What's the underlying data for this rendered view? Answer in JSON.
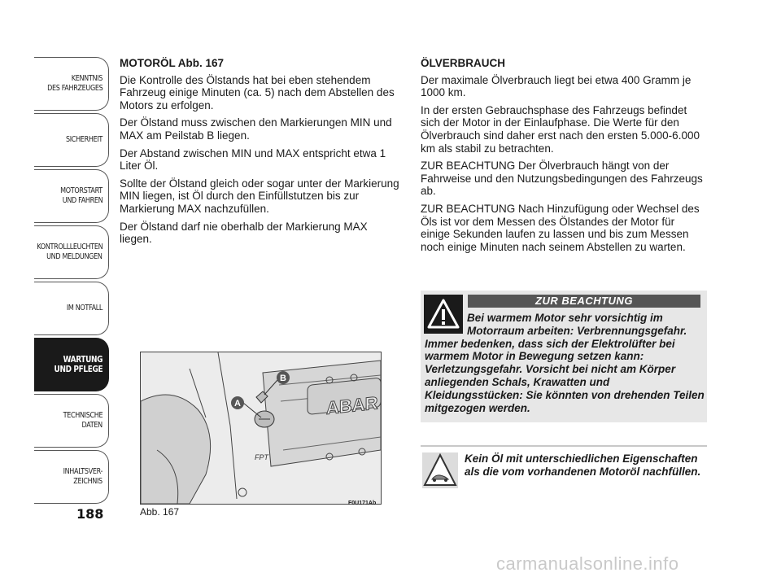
{
  "sidebar": {
    "tabs": [
      {
        "line1": "KENNTNIS",
        "line2": "DES FAHRZEUGES"
      },
      {
        "line1": "SICHERHEIT",
        "line2": ""
      },
      {
        "line1": "MOTORSTART",
        "line2": "UND FAHREN"
      },
      {
        "line1": "KONTROLLLEUCHTEN",
        "line2": "UND MELDUNGEN"
      },
      {
        "line1": "IM NOTFALL",
        "line2": ""
      },
      {
        "line1": "WARTUNG",
        "line2": "UND PFLEGE"
      },
      {
        "line1": "TECHNISCHE",
        "line2": "DATEN"
      },
      {
        "line1": "INHALTSVER-",
        "line2": "ZEICHNIS"
      }
    ],
    "active_index": 5,
    "page_number": "188"
  },
  "left": {
    "heading": "MOTORÖL Abb. 167",
    "paragraphs": [
      "Die Kontrolle des Ölstands hat bei eben stehendem Fahrzeug einige Minuten (ca. 5) nach dem Abstellen des Motors zu erfolgen.",
      "Der Ölstand muss zwischen den Markierungen MIN und MAX am Peilstab B liegen.",
      "Der Abstand zwischen MIN und MAX entspricht etwa 1 Liter Öl.",
      "Sollte der Ölstand gleich oder sogar unter der Markierung MIN liegen, ist Öl durch den Einfüllstutzen bis zur Markierung MAX nachzufüllen.",
      "Der Ölstand darf nie oberhalb der Markierung MAX liegen."
    ]
  },
  "right": {
    "heading": "ÖLVERBRAUCH",
    "paragraphs": [
      "Der maximale Ölverbrauch liegt bei etwa 400 Gramm je 1000 km.",
      "In der ersten Gebrauchsphase des Fahrzeugs befindet sich der Motor in der Einlaufphase. Die Werte für den Ölverbrauch sind daher erst nach den ersten 5.000-6.000 km als stabil zu betrachten.",
      "ZUR BEACHTUNG Der Ölverbrauch hängt von der Fahrweise und den Nutzungsbedingungen des Fahrzeugs ab.",
      "ZUR BEACHTUNG Nach Hinzufügung oder Wechsel des Öls ist vor dem Messen des Ölstandes der Motor für einige Sekunden laufen zu lassen und bis zum Messen noch einige Minuten nach seinem Abstellen zu warten."
    ]
  },
  "warning": {
    "banner": "ZUR BEACHTUNG",
    "text": "Bei warmem Motor sehr vorsichtig im Motorraum arbeiten: Verbrennungsgefahr. Immer bedenken, dass sich der Elektrolüfter bei warmem Motor in Bewegung setzen kann: Verletzungsgefahr. Vorsicht bei nicht am Körper anliegenden Schals, Krawatten und Kleidungsstücken: Sie könnten von drehenden Teilen mitgezogen werden."
  },
  "environment": {
    "text": "Kein Öl mit unterschiedlichen Eigenschaften als die vom vorhandenen Motoröl nachfüllen."
  },
  "figure": {
    "caption": "Abb. 167",
    "code": "F0U171Ab",
    "label_a": "A",
    "label_b": "B",
    "engine_text": "ABAR",
    "fpt_text": "FPT"
  },
  "watermark": "carmanualsonline.info"
}
